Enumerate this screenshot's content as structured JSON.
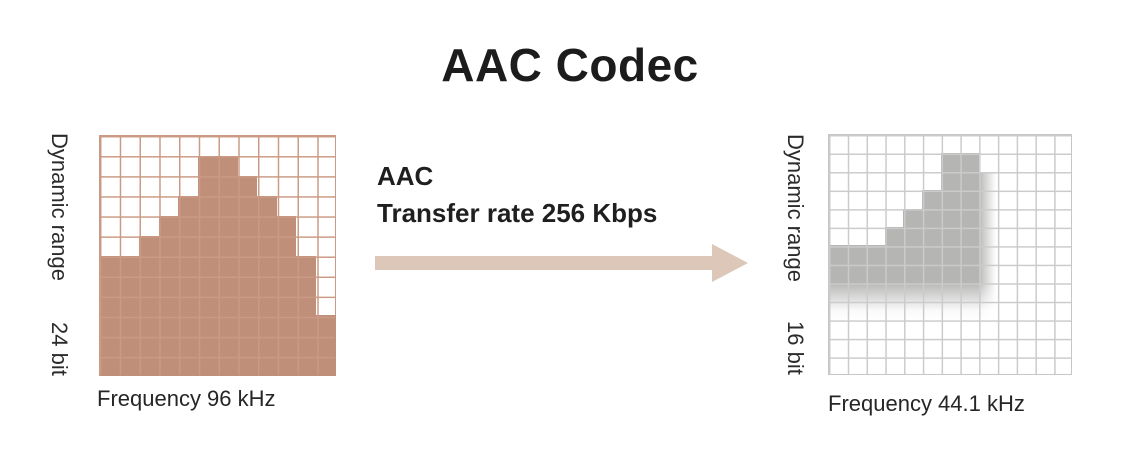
{
  "title": "AAC Codec",
  "middle": {
    "codec_name": "AAC",
    "transfer_rate": "Transfer rate 256 Kbps",
    "arrow_direction": "right",
    "arrow_color": "#dcc7b8"
  },
  "left_chart": {
    "y_axis_label": "Dynamic range",
    "y_axis_value": "24 bit",
    "x_axis_label": "Frequency 96 kHz",
    "fill_color": "#c08f79",
    "line_color": "#cb9a84",
    "grid": {
      "cols": 12,
      "rows": 12,
      "fill": "#c08f79",
      "segments": [
        {
          "row": 2,
          "from": 6,
          "to": 7
        },
        {
          "row": 3,
          "from": 6,
          "to": 8
        },
        {
          "row": 4,
          "from": 5,
          "to": 9
        },
        {
          "row": 5,
          "from": 4,
          "to": 10
        },
        {
          "row": 6,
          "from": 3,
          "to": 10
        },
        {
          "row": 7,
          "from": 1,
          "to": 11
        },
        {
          "row": 8,
          "from": 1,
          "to": 11
        },
        {
          "row": 9,
          "from": 1,
          "to": 11
        },
        {
          "row": 10,
          "from": 1,
          "to": 12
        },
        {
          "row": 11,
          "from": 1,
          "to": 12
        },
        {
          "row": 12,
          "from": 1,
          "to": 12
        }
      ]
    }
  },
  "right_chart": {
    "y_axis_label": "Dynamic range",
    "y_axis_value": "16 bit",
    "x_axis_label": "Frequency 44.1 kHz",
    "fill_color": "#b5b5b4",
    "line_color": "#cbcbcb",
    "grid": {
      "cols": 13,
      "rows": 13,
      "fill": "#b5b5b4",
      "segments": [
        {
          "row": 2,
          "from": 7,
          "to": 8
        },
        {
          "row": 3,
          "from": 7,
          "to": 8
        },
        {
          "row": 4,
          "from": 6,
          "to": 8
        },
        {
          "row": 5,
          "from": 5,
          "to": 8
        },
        {
          "row": 6,
          "from": 4,
          "to": 8
        },
        {
          "row": 7,
          "from": 1,
          "to": 8
        },
        {
          "row": 8,
          "from": 1,
          "to": 8
        },
        {
          "row": 9,
          "from": 1,
          "to": 8
        },
        {
          "row": 10,
          "from": 1,
          "to": 8
        }
      ],
      "gradient_col": {
        "col": 9,
        "row_from": 3,
        "row_to": 10
      },
      "bottom_fade": {
        "row_from": 9,
        "row_to": 10
      }
    }
  }
}
